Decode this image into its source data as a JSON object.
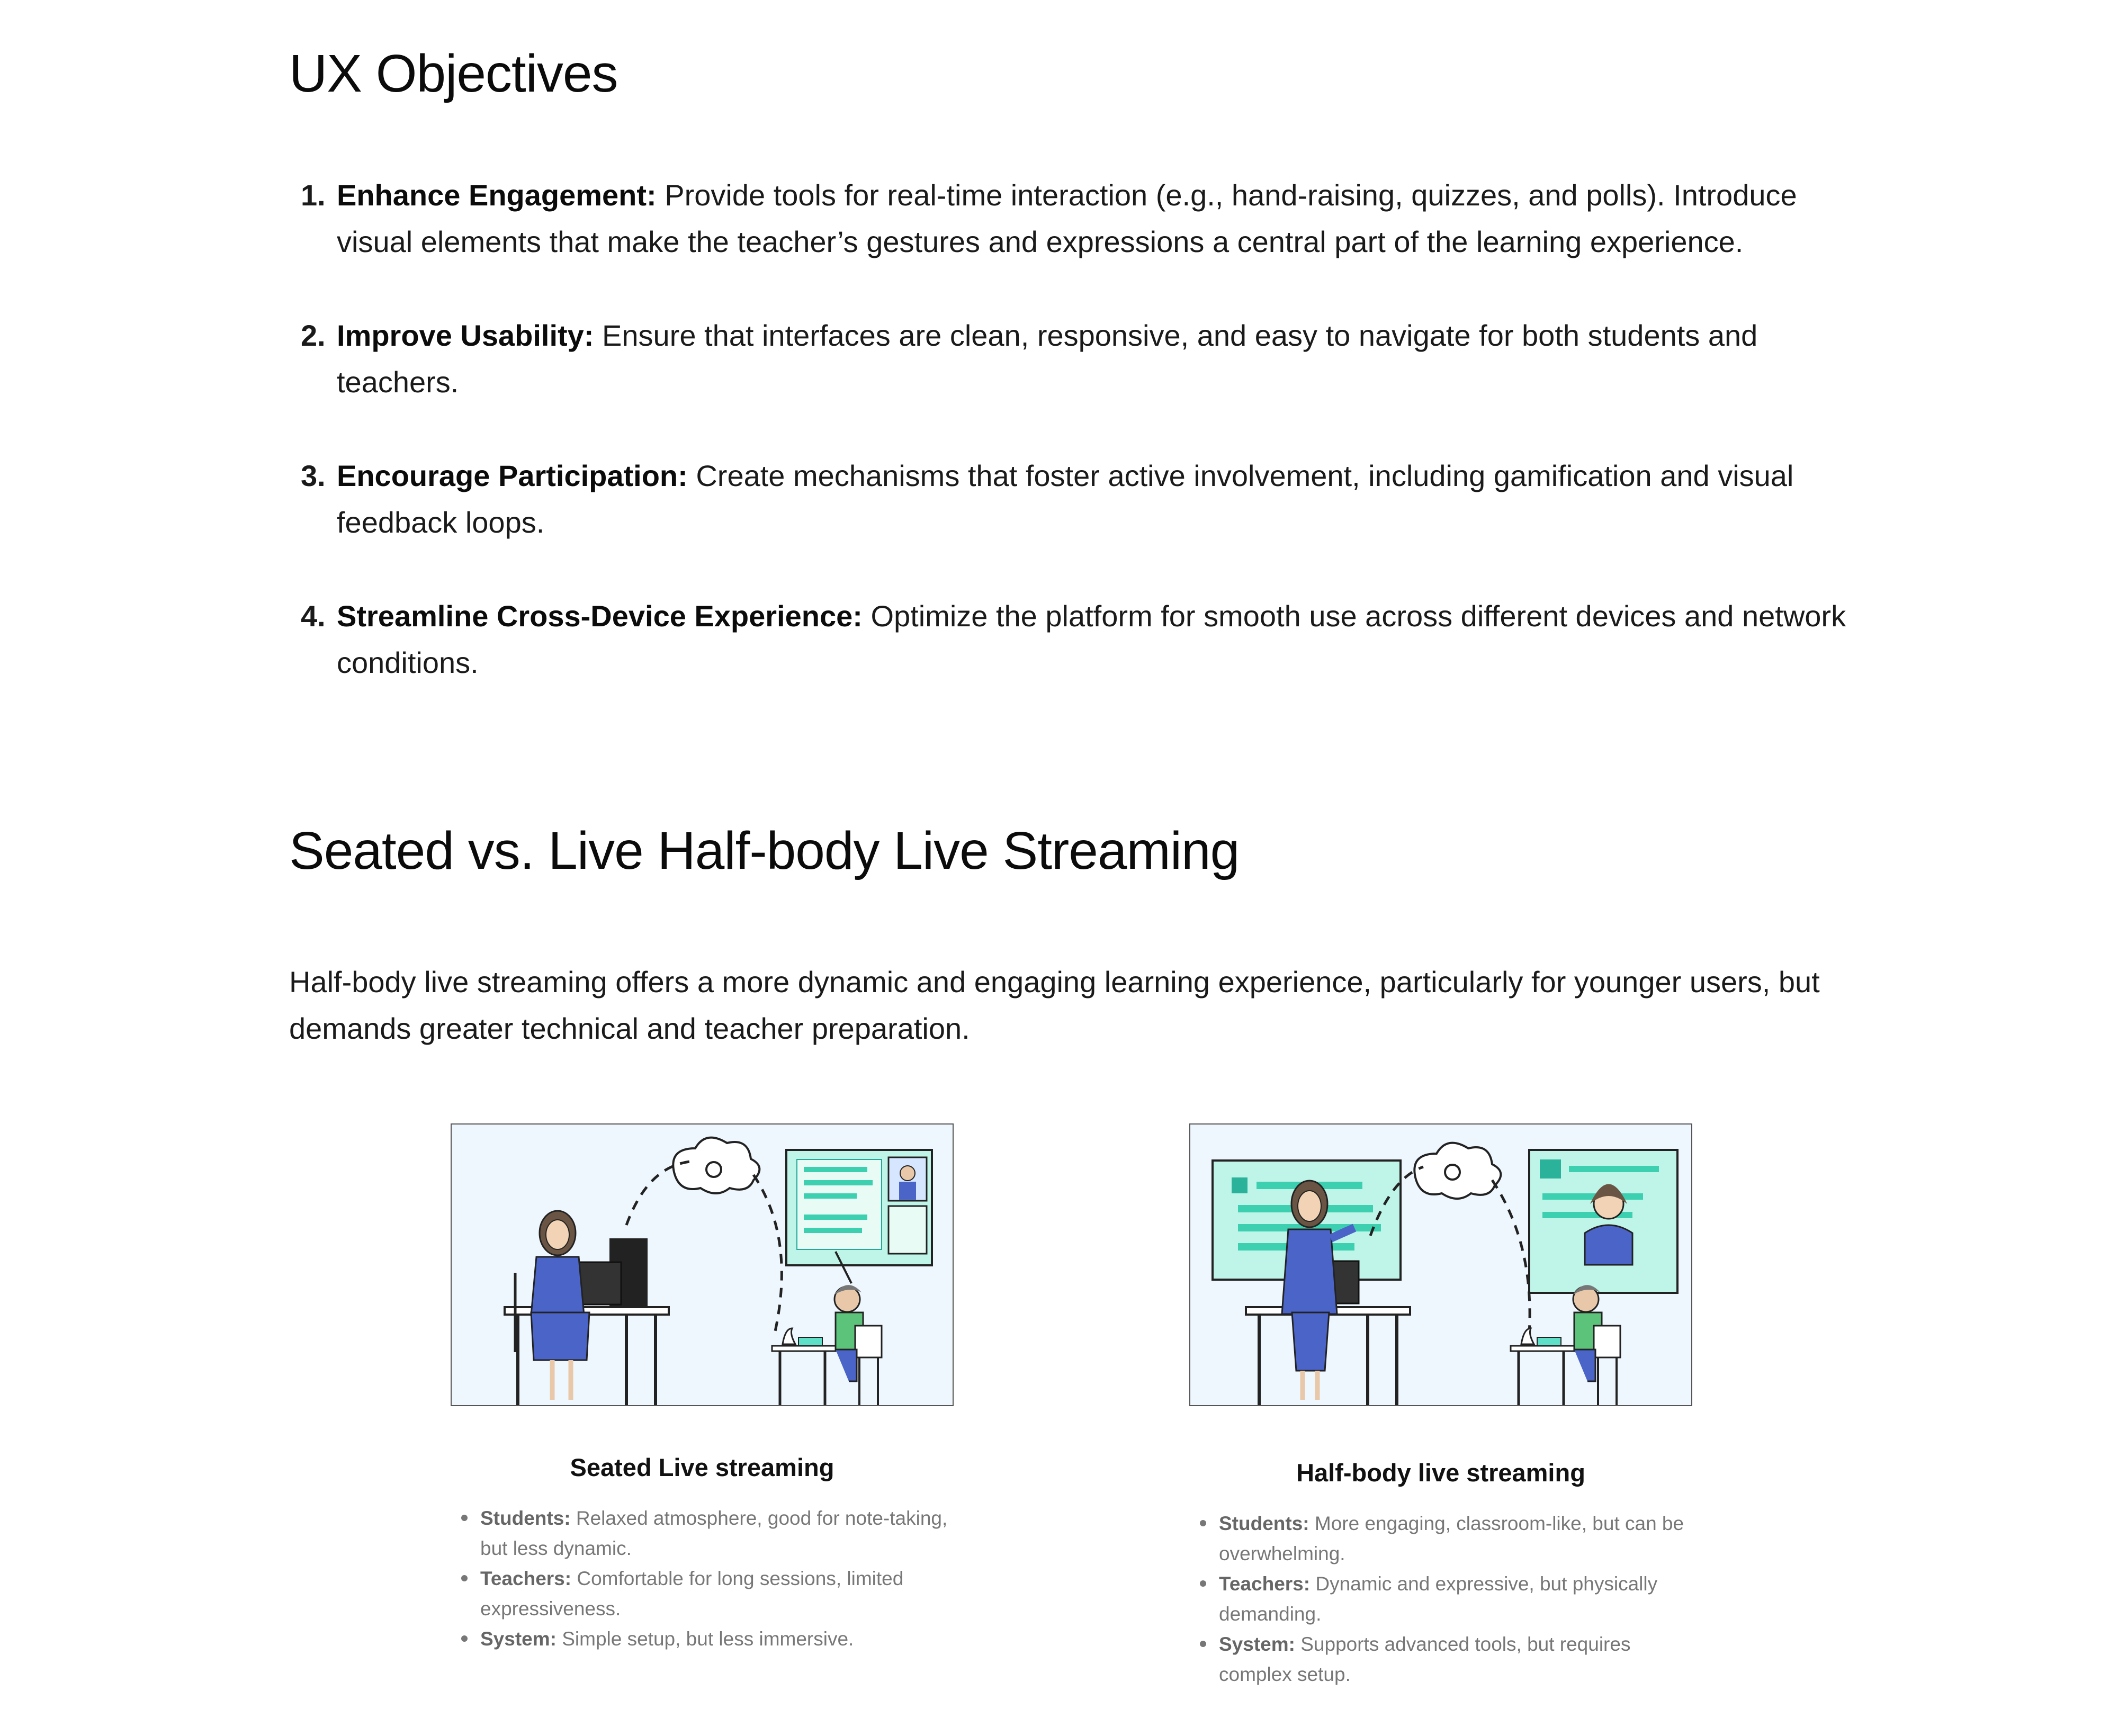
{
  "ux_objectives": {
    "title": "UX Objectives",
    "items": [
      {
        "num": "1.",
        "term": "Enhance Engagement:",
        "text": " Provide tools for real-time interaction (e.g., hand-raising, quizzes, and polls). Introduce visual elements that make the teacher’s gestures and expressions a central part of the learning experience."
      },
      {
        "num": "2.",
        "term": "Improve Usability:",
        "text": " Ensure that interfaces are clean, responsive, and easy to navigate for both students and teachers."
      },
      {
        "num": "3.",
        "term": "Encourage Participation:",
        "text": " Create mechanisms that foster active involvement, including gamification and visual feedback loops."
      },
      {
        "num": "4.",
        "term": "Streamline Cross-Device Experience:",
        "text": " Optimize the platform for smooth use across different devices and network conditions."
      }
    ]
  },
  "comparison": {
    "title": "Seated vs. Live Half-body Live Streaming",
    "intro": "Half-body live streaming offers a more dynamic and engaging learning experience, particularly for younger users, but demands greater technical and teacher preparation.",
    "cards": [
      {
        "caption": "Seated Live streaming",
        "bullets": [
          {
            "label": "Students:",
            "text": " Relaxed atmosphere, good for note-taking, but less dynamic."
          },
          {
            "label": "Teachers:",
            "text": " Comfortable for long sessions, limited expressiveness."
          },
          {
            "label": "System:",
            "text": " Simple setup, but less immersive."
          }
        ]
      },
      {
        "caption": "Half-body live streaming",
        "bullets": [
          {
            "label": "Students:",
            "text": " More engaging, classroom-like, but can be overwhelming."
          },
          {
            "label": "Teachers:",
            "text": " Dynamic and expressive, but physically demanding."
          },
          {
            "label": "System:",
            "text": " Supports advanced tools, but requires complex setup."
          }
        ]
      }
    ]
  },
  "colors": {
    "accent_teal": "#5ee0c8",
    "teacher_blue": "#4a64c8",
    "student_green": "#5cc47a"
  }
}
